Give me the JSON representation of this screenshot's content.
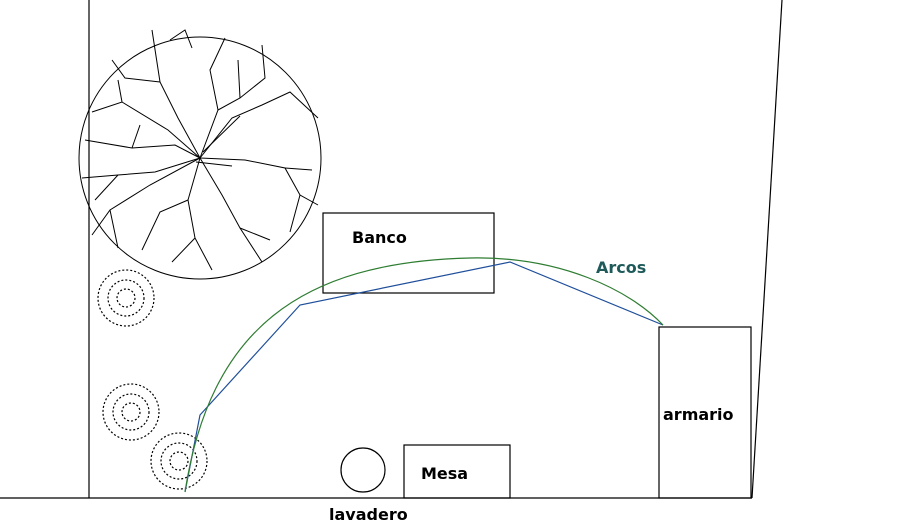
{
  "labels": {
    "banco": "Banco",
    "arcos": "Arcos",
    "armario": "armario",
    "mesa": "Mesa",
    "lavadero": "lavadero"
  },
  "colors": {
    "line": "#000000",
    "arc_curve": "#2e7d32",
    "arc_chord": "#1f4e9a",
    "arcos_label": "#1f5a5a",
    "background": "#ffffff"
  },
  "icons": [
    "tree-canopy-icon",
    "shrub-icon",
    "round-table-icon"
  ]
}
